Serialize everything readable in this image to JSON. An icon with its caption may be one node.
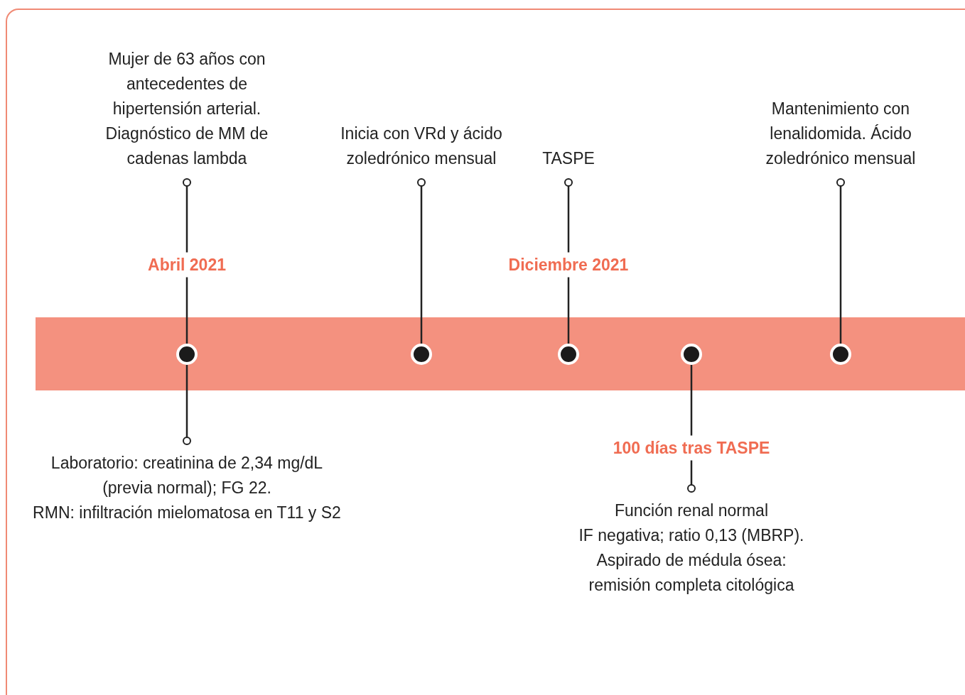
{
  "diagram": {
    "nodes": [
      {
        "text": [],
        "shape": "bar"
      },
      {
        "text": [],
        "shape": "circle",
        "in": 0
      },
      {
        "text": [],
        "shape": "circle",
        "in": 0
      },
      {
        "text": [],
        "shape": "circle",
        "in": 0
      },
      {
        "text": [],
        "shape": "circle",
        "in": 0
      },
      {
        "text": [],
        "shape": "circle",
        "in": 0
      },
      {
        "text": [
          "Mujer de 63 años con antecedentes de hipertensión arterial. Diagnóstico de MM de cadenas lambda"
        ]
      },
      {
        "text": [
          "Inicia con VRd y ácido zoledrónico mensual"
        ]
      },
      {
        "text": [
          "TASPE"
        ]
      },
      {
        "text": [
          "Mantenimiento con lenalidomida. Ácido zoledrónico mensual"
        ]
      },
      {
        "text": [
          "Laboratorio: creatinina de 2,34 mg/dL (previa normal); FG 22.",
          "RMN: infiltración mielomatosa en T11 y S2"
        ]
      },
      {
        "text": [
          "Función renal normal",
          "IF negativa; ratio 0,13 (MBRP).",
          "Aspirado de médula ósea: remisión completa citológica"
        ]
      }
    ],
    "edges": [
      {
        "from": 6,
        "to": 1,
        "arrow": "other",
        "label": "Abril 2021"
      },
      {
        "from": 7,
        "to": 2,
        "arrow": "other"
      },
      {
        "from": 8,
        "to": 3,
        "arrow": "other",
        "label": "Diciembre 2021"
      },
      {
        "from": 9,
        "to": 5,
        "arrow": "other"
      },
      {
        "from": 10,
        "to": 1,
        "arrow": "other"
      },
      {
        "from": 11,
        "to": 4,
        "arrow": "other",
        "label": "100 días tras TASPE"
      }
    ]
  }
}
